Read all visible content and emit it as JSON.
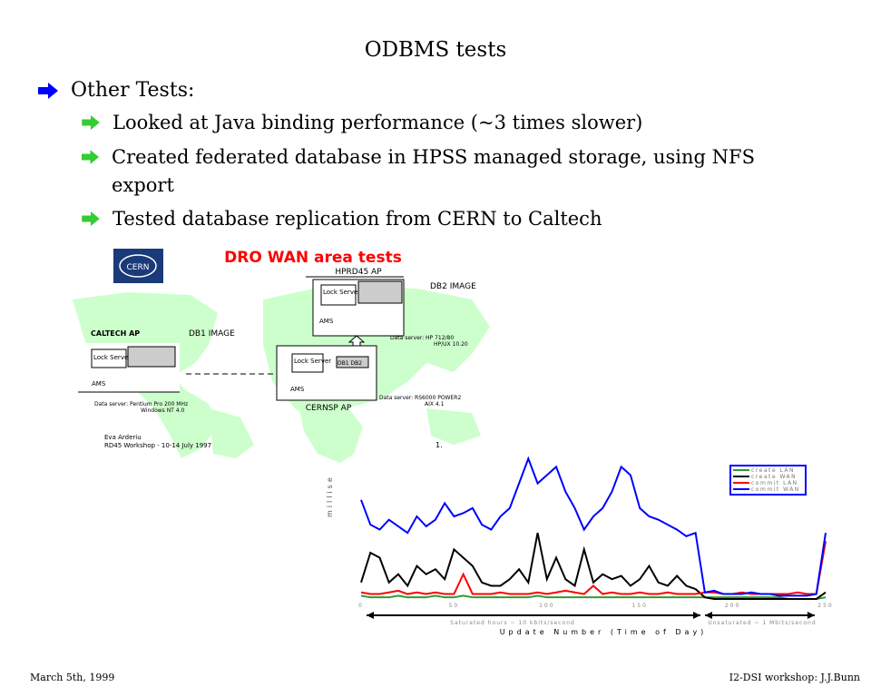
{
  "title": "ODBMS tests",
  "bullet": "Other Tests:",
  "subbullets": [
    "Looked at Java binding performance (~3 times slower)",
    "Created federated database in HPSS managed storage, using NFS export",
    "Tested database replication from CERN to Caltech"
  ],
  "footer": {
    "left": "March 5th, 1999",
    "right": "I2-DSI workshop: J.J.Bunn"
  },
  "colors": {
    "bullet_main": "#0000ff",
    "bullet_sub": "#33cc33",
    "map": "#ccffcc",
    "title_red": "#ff0000"
  },
  "diagram": {
    "logo": "CERN",
    "title": "DRO WAN area tests",
    "hprd": {
      "label": "HPRD45 AP",
      "lock": "Lock Server",
      "ams": "AMS",
      "db": "DB2 IMAGE",
      "server": "Data server: HP 712/80",
      "os": "HP/UX 10.20"
    },
    "caltech": {
      "label": "CALTECH AP",
      "lock": "Lock Server",
      "ams": "AMS",
      "db": "DB1 IMAGE",
      "server": "Data server: Pentium Pro 200 MHz",
      "os": "Windows NT 4.0"
    },
    "cernsp": {
      "label": "CERNSP AP",
      "lock": "Lock Server",
      "ams": "AMS",
      "db": "DB1 DB2",
      "server": "Data server: RS6000 POWER2",
      "os": "AIX 4.1"
    },
    "credit1": "Eva Arderiu",
    "credit2": "RD45 Workshop - 10-14 July 1997",
    "page": "1."
  },
  "chart_data": {
    "type": "line",
    "xlabel": "Update Number (Time of Day)",
    "ylabel": "millise",
    "xlim": [
      0,
      250
    ],
    "ylim": [
      0,
      100
    ],
    "xticks": [
      0,
      50,
      100,
      150,
      200,
      250
    ],
    "annotations": [
      "Saturated hours ~ 10 kbits/second",
      "Unsaturated ~ 1 Mbits/second"
    ],
    "legend_position": "top-right",
    "x_step": 5,
    "series": [
      {
        "name": "create LAN",
        "color": "#339933",
        "values": [
          2,
          1,
          1,
          1,
          2,
          1,
          1,
          1,
          2,
          1,
          1,
          2,
          1,
          1,
          1,
          1,
          1,
          1,
          1,
          2,
          1,
          1,
          1,
          1,
          1,
          1,
          1,
          1,
          1,
          1,
          1,
          1,
          1,
          1,
          1,
          1,
          1,
          1,
          1,
          1,
          1,
          1,
          1,
          1,
          1,
          1,
          0,
          0,
          0,
          0,
          1
        ]
      },
      {
        "name": "create WAN",
        "color": "#000000",
        "values": [
          10,
          28,
          25,
          10,
          15,
          8,
          20,
          15,
          18,
          12,
          30,
          25,
          20,
          10,
          8,
          8,
          12,
          18,
          10,
          40,
          12,
          25,
          12,
          8,
          30,
          10,
          15,
          12,
          14,
          8,
          12,
          20,
          10,
          8,
          14,
          8,
          6,
          1,
          0,
          0,
          0,
          0,
          0,
          0,
          0,
          0,
          0,
          0,
          0,
          0,
          4
        ]
      },
      {
        "name": "commit LAN",
        "color": "#ff0000",
        "values": [
          4,
          3,
          3,
          4,
          5,
          3,
          4,
          3,
          4,
          3,
          3,
          15,
          3,
          3,
          3,
          4,
          3,
          3,
          3,
          4,
          3,
          4,
          5,
          4,
          3,
          8,
          3,
          4,
          3,
          3,
          4,
          3,
          3,
          4,
          3,
          3,
          3,
          4,
          4,
          3,
          3,
          4,
          3,
          3,
          3,
          3,
          3,
          4,
          3,
          3,
          35
        ]
      },
      {
        "name": "commit WAN",
        "color": "#0000ff",
        "values": [
          60,
          45,
          42,
          48,
          44,
          40,
          50,
          44,
          48,
          58,
          50,
          52,
          55,
          45,
          42,
          50,
          55,
          70,
          85,
          70,
          75,
          80,
          65,
          55,
          42,
          50,
          55,
          65,
          80,
          75,
          55,
          50,
          48,
          45,
          42,
          38,
          40,
          4,
          5,
          3,
          3,
          3,
          4,
          3,
          3,
          2,
          2,
          2,
          2,
          3,
          40
        ]
      }
    ]
  }
}
